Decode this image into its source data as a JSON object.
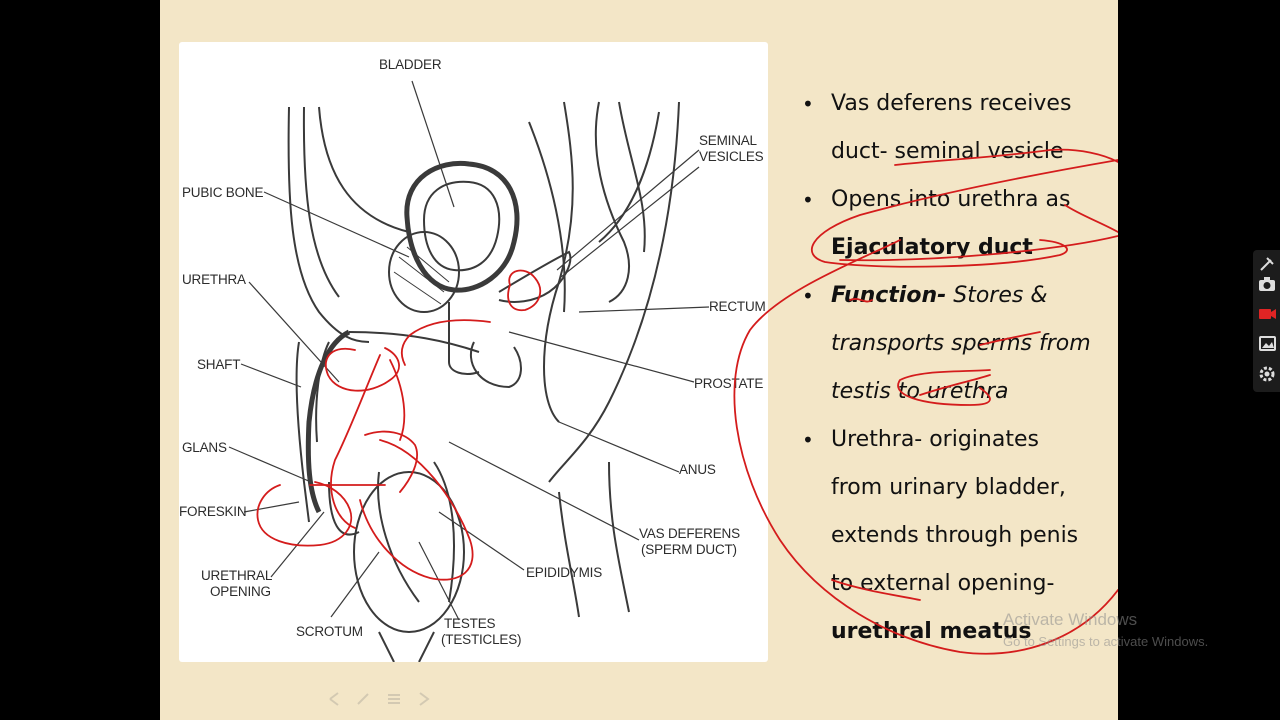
{
  "diagram": {
    "labels": {
      "bladder": "BLADDER",
      "seminal1": "SEMINAL",
      "seminal2": "VESICLES",
      "pubic": "PUBIC BONE",
      "urethra": "URETHRA",
      "rectum": "RECTUM",
      "shaft": "SHAFT",
      "prostate": "PROSTATE",
      "glans": "GLANS",
      "anus": "ANUS",
      "foreskin": "FORESKIN",
      "vas1": "VAS DEFERENS",
      "vas2": "(SPERM DUCT)",
      "urethral1": "URETHRAL",
      "urethral2": "OPENING",
      "epididymis": "EPIDIDYMIS",
      "scrotum": "SCROTUM",
      "testes1": "TESTES",
      "testes2": "(TESTICLES)"
    }
  },
  "bullets": {
    "b1": {
      "l1": "Vas deferens receives",
      "l2": "duct- seminal vesicle"
    },
    "b2": {
      "l1": "Opens into urethra as",
      "l2": "Ejaculatory duct"
    },
    "b3": {
      "l1a": "Function-",
      "l1b": " Stores &",
      "l2": "transports sperms from",
      "l3": "testis to urethra"
    },
    "b4": {
      "l1": "Urethra- originates",
      "l2": "from urinary bladder,",
      "l3": "extends through penis",
      "l4": "to external opening-",
      "l5": "urethral meatus"
    }
  },
  "watermark": {
    "line1": "Activate Windows",
    "line2": "Go to Settings to activate Windows."
  },
  "colors": {
    "slide_bg": "#f3e6c7",
    "ink": "#d41c1c",
    "toolbar_bg": "#1c1c1c",
    "record": "#e02424"
  },
  "icons": [
    "pin-icon",
    "camera-icon",
    "record-icon",
    "gallery-icon",
    "settings-icon"
  ]
}
